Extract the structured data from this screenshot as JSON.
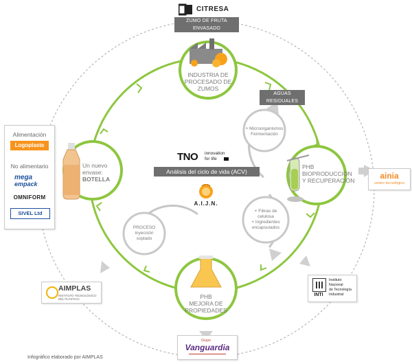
{
  "center": {
    "tno_brand": "TNO",
    "tno_tagline_1": "innovation",
    "tno_tagline_2": "for life",
    "acv_label": "Análisis del ciclo de vida (ACV)",
    "aijn_label": "A.I.J.N."
  },
  "nodes": {
    "top": {
      "line1": "INDUSTRIA DE",
      "line2": "PROCESADO DE",
      "line3": "ZUMOS"
    },
    "right": {
      "title": "PHB",
      "line1": "BIOPRODUCCIÓN",
      "line2": "Y RECUPERACIÓN"
    },
    "bottom": {
      "title": "PHB",
      "line1": "MEJORA DE",
      "line2": "PROPIEDADES"
    },
    "left": {
      "line1": "Un nuevo",
      "line2": "envase:",
      "line3": "BOTELLA"
    }
  },
  "small_nodes": {
    "right_top": {
      "line1": "+ Microorganismos",
      "line2": "Fermentación"
    },
    "right_bottom": {
      "line1": "+ Fibras de",
      "line2": "celulosa",
      "line3": "+ Ingredientes",
      "line4": "encapsulados"
    },
    "left_bottom": {
      "line1": "PROCESO",
      "line2": "inyección",
      "line3": "soplado"
    }
  },
  "tags": {
    "zumo": "ZUMO DE FRUTA ENVASADO",
    "aguas": "AGUAS RESIDUALES"
  },
  "partners": {
    "citresa": "CITRESA",
    "ainia": "ainia",
    "ainia_sub": "centro tecnológico",
    "aimplas": "AIMPLAS",
    "aimplas_sub_1": "INSTITUTO TECNOLÓGICO",
    "aimplas_sub_2": "DEL PLÁSTICO",
    "inti_brand": "INTI",
    "inti_lines": [
      "Instituto",
      "Nacional",
      "de Tecnología",
      "Industrial"
    ],
    "vanguardia_top": "Grupo",
    "vanguardia": "Vanguardia"
  },
  "left_panel": {
    "alimentacion_label": "Alimentación",
    "logoplast": "Logoplaste",
    "no_alimentario_label": "No alimentario",
    "mega_1": "mega",
    "mega_2": "empack",
    "omniform": "OMNIFORM",
    "sivel": "SIVEL Ltd"
  },
  "footer": "Infográfico elaborado por AIMPLAS",
  "colors": {
    "green": "#8dc63f",
    "gray_ring": "#b8b8b8",
    "dark_tag": "#6f6f6f",
    "ainia_orange": "#f28c28",
    "logoplast_orange": "#f7941d",
    "mega_blue": "#1b4f9c"
  }
}
